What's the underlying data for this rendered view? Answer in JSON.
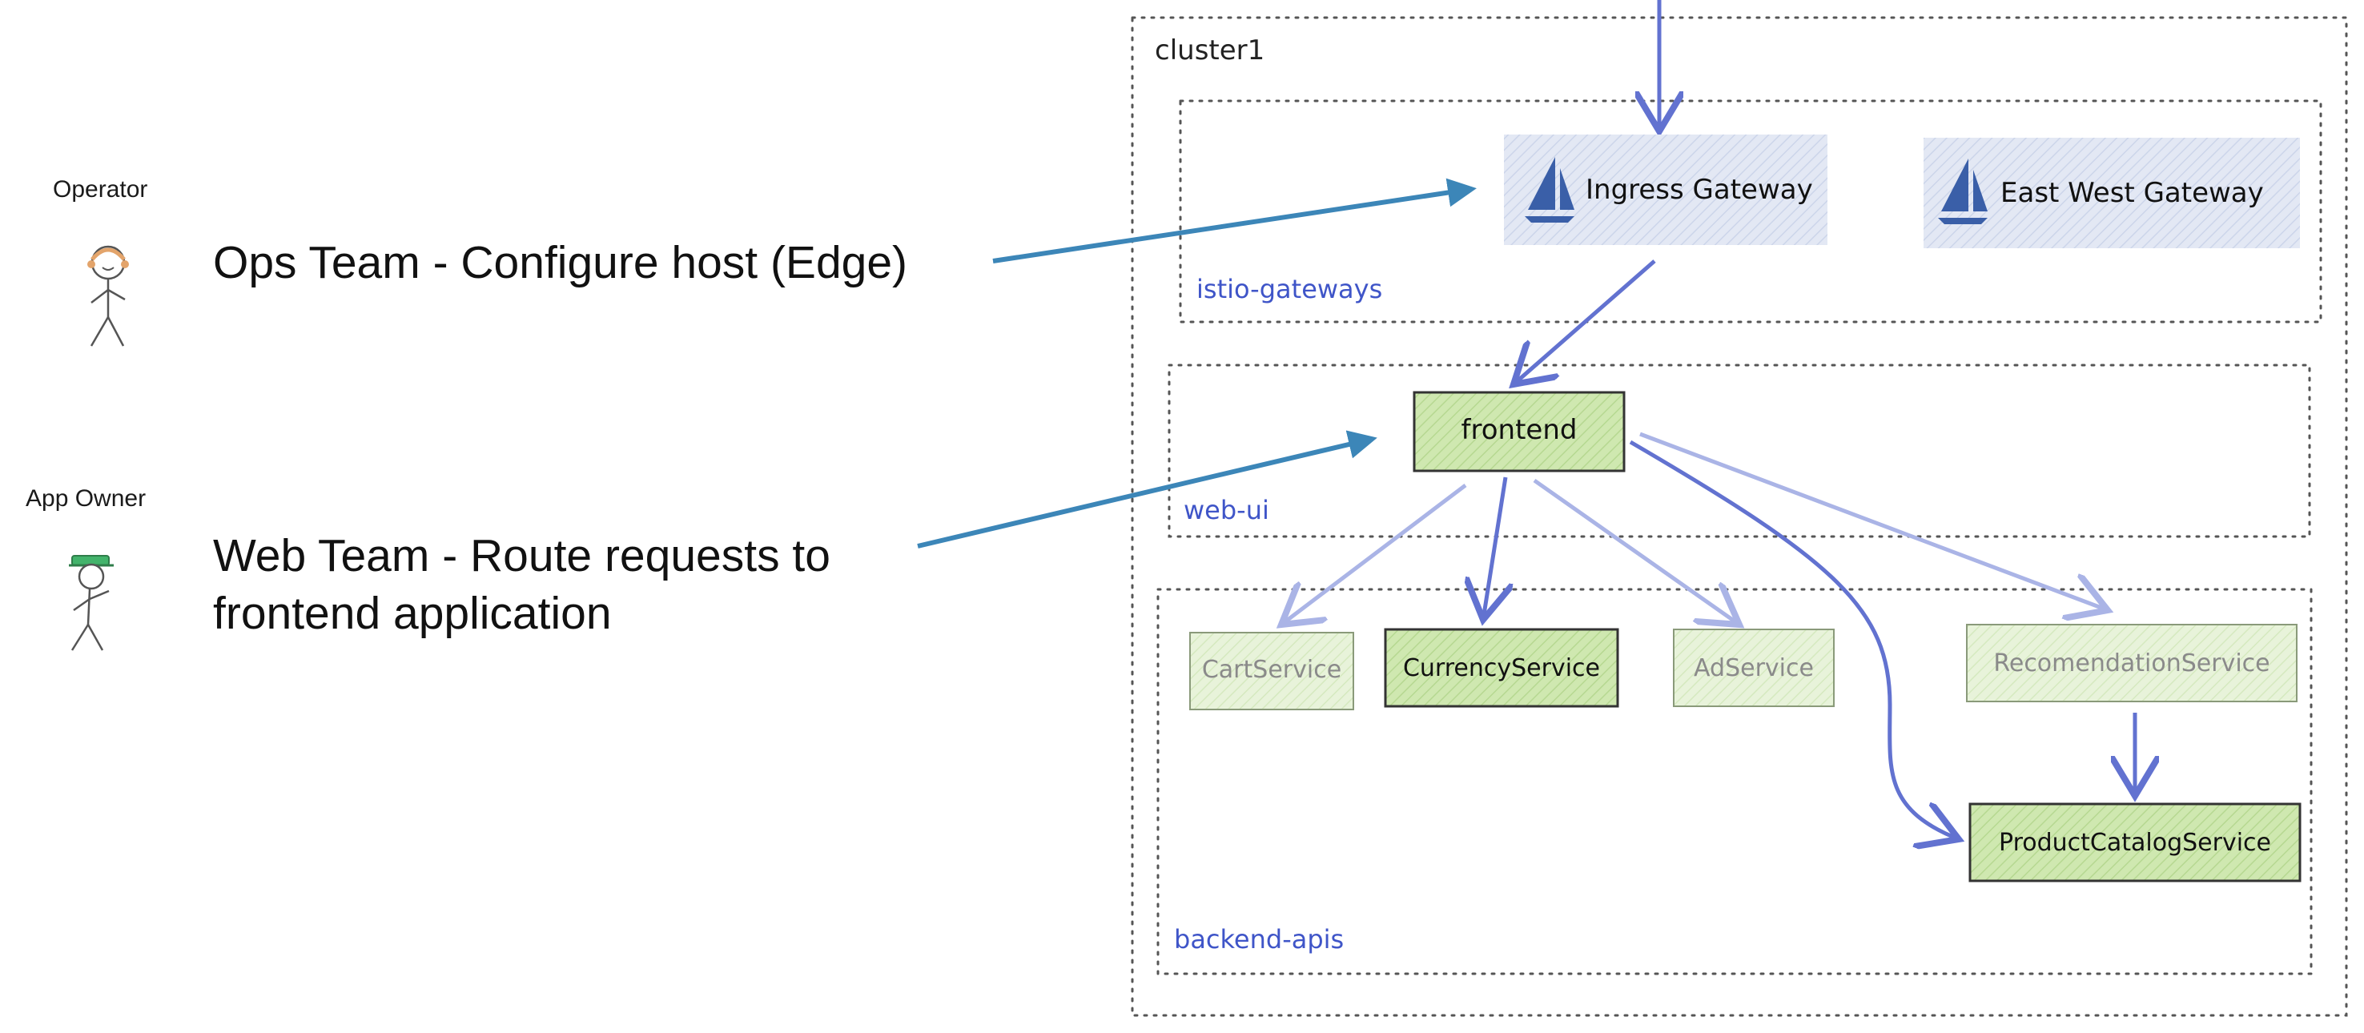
{
  "heading_fragment": "",
  "personas": [
    {
      "role": "Operator",
      "team_lines": [
        "Ops Team - Configure host (Edge)"
      ]
    },
    {
      "role": "App Owner",
      "team_lines": [
        "Web Team - Route requests to",
        "frontend application"
      ]
    }
  ],
  "diagram": {
    "cluster_label": "cluster1",
    "namespaces": {
      "gateways": "istio-gateways",
      "web": "web-ui",
      "backend": "backend-apis"
    },
    "gateways": {
      "ingress": "Ingress Gateway",
      "eastwest": "East West Gateway"
    },
    "services": {
      "frontend": "frontend",
      "cart": "CartService",
      "currency": "CurrencyService",
      "ad": "AdService",
      "recommendation": "RecomendationService",
      "productcatalog": "ProductCatalogService"
    }
  },
  "colors": {
    "arrow_blue": "#6272d0",
    "arrow_light": "#aab4e6",
    "callout_blue": "#3c86b8",
    "namespace_text": "#3f55c8",
    "green_fill": "#cfe8b0",
    "green_fill_faded": "#e6f2d6",
    "gateway_fill": "#dfe5f3",
    "sail_blue": "#3a5fa8"
  }
}
